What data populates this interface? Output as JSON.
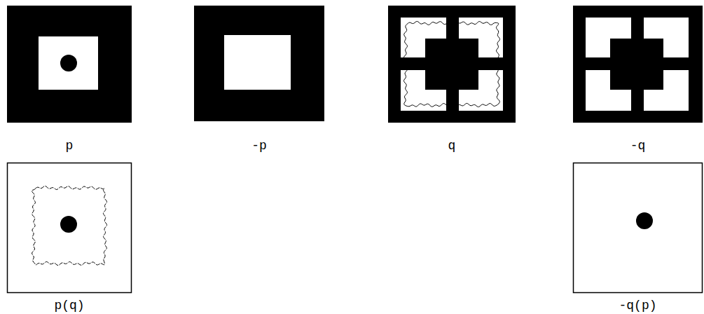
{
  "diagram": {
    "nodes": [
      {
        "text": [
          "p"
        ]
      },
      {
        "text": [
          "-p"
        ]
      },
      {
        "text": [
          "q"
        ]
      },
      {
        "text": [
          "-q"
        ]
      },
      {
        "text": [
          "p(q)"
        ]
      },
      {
        "text": [
          "-q(p)"
        ]
      }
    ]
  }
}
